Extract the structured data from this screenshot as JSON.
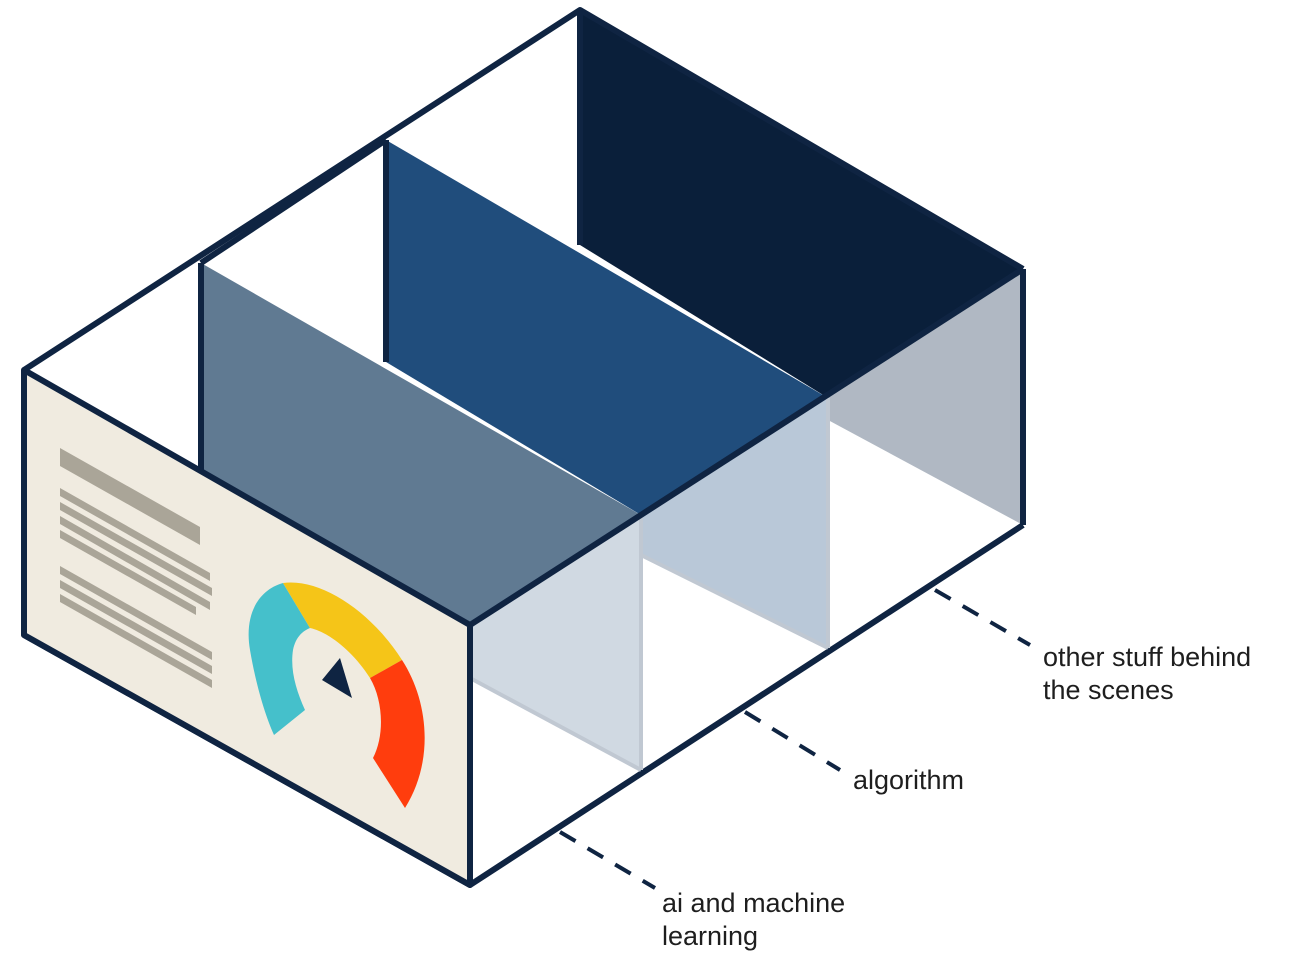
{
  "labels": {
    "ai_machine_learning": [
      "ai and machine",
      "learning"
    ],
    "algorithm": [
      "algorithm"
    ],
    "other_stuff": [
      "other stuff behind",
      "the scenes"
    ]
  },
  "colors": {
    "outline": "#0f2442",
    "front_panel": "#f0ebe0",
    "text_bars": "#aaa598",
    "panel_1": "#607a92",
    "panel_2": "#204d7c",
    "panel_3": "#0a1f3a",
    "glass_1": "#d0d9e2",
    "glass_2": "#b9c8d8",
    "glass_3": "#b0b8c3",
    "gauge_teal": "#45c0cb",
    "gauge_yellow": "#f5c518",
    "gauge_red": "#ff3d0d",
    "gauge_needle": "#0f2442",
    "leader_line": "#0f2442"
  }
}
